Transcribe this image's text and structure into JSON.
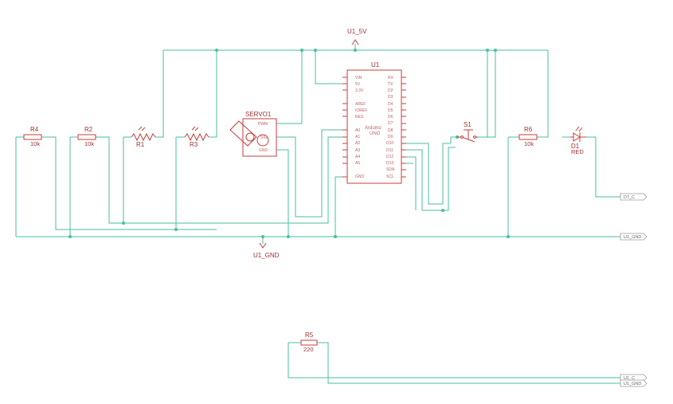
{
  "colors": {
    "wire": "#47bfa0",
    "part": "#c83c3c",
    "text": "#a03030",
    "flag": "#9a9a9a"
  },
  "power": {
    "top_label": "U1_5V",
    "bottom_label": "U1_GND"
  },
  "resistors": {
    "r4": {
      "ref": "R4",
      "value": "10k"
    },
    "r2": {
      "ref": "R2",
      "value": "10k"
    },
    "r1": {
      "ref": "R1"
    },
    "r3": {
      "ref": "R3"
    },
    "r6": {
      "ref": "R6",
      "value": "10k"
    },
    "r5": {
      "ref": "R5",
      "value": "220"
    }
  },
  "servo": {
    "ref": "SERVO1",
    "pins": [
      "PWM",
      "SIG",
      "GND"
    ]
  },
  "arduino": {
    "ref": "U1",
    "name_line1": "Arduino",
    "name_line2": "UNO",
    "left_pins": [
      "VIN",
      "5V",
      "3.3V",
      "AREF",
      "IOREF",
      "RES",
      "A0",
      "A1",
      "A2",
      "A3",
      "A4",
      "A5",
      "GND"
    ],
    "right_pins": [
      "RX",
      "TX",
      "D2",
      "D3",
      "D4",
      "D5",
      "D6",
      "D7",
      "D8",
      "D9",
      "D10",
      "D11",
      "D12",
      "D13",
      "SDA",
      "SCL"
    ]
  },
  "switch": {
    "ref": "S1"
  },
  "led": {
    "ref": "D1",
    "value": "RED"
  },
  "flags": {
    "d7_top": "D7_C",
    "gnd_top": "U1_GND",
    "d7_bottom": "U1_C",
    "gnd_bottom": "U1_GND"
  }
}
